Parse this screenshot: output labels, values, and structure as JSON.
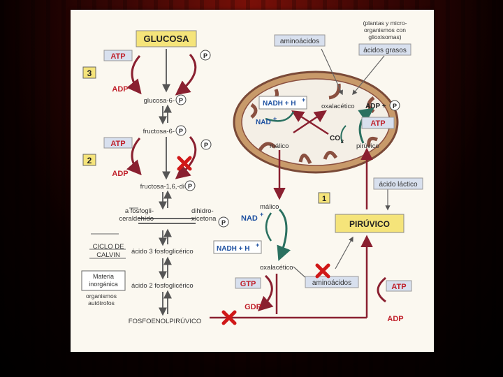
{
  "labels": {
    "glucosa": "GLUCOSA",
    "atp": "ATP",
    "adp": "ADP",
    "p": "P",
    "step3": "3",
    "step2": "2",
    "step1": "1",
    "glucosa6": "glucosa-6-",
    "fructosa6": "fructosa-6-",
    "fructosa16": "fructosa-1,6,-di",
    "gliceraldehido_1": "a fosfogli-",
    "gliceraldehido_2": "ceraldehído",
    "dihidroxi_1": "dihidro-",
    "dihidroxi_2": "xicetona",
    "ciclo_1": "CICLO DE",
    "ciclo_2": "CALVIN",
    "acido3": "ácido 3 fosfoglicérico",
    "materia_1": "Materia",
    "materia_2": "inorgánica",
    "organismos_1": "organismos",
    "organismos_2": "autótrofos",
    "acido2": "ácido 2 fosfoglicérico",
    "fosfoenol": "FOSFOENOLPIRÚVICO",
    "aminoacidos": "aminoácidos",
    "plantas_1": "(plantas y micro-",
    "plantas_2": "organismos con",
    "plantas_3": "glioxisomas)",
    "acidos_grasos": "ácidos grasos",
    "nadh_h": "NADH + H",
    "plus": "+",
    "nad": "NAD",
    "oxalacetico": "oxalacético",
    "adp_p": "ADP +",
    "co2": "CO",
    "two": "2",
    "malico": "málico",
    "piruvico_low": "pirúvico",
    "acido_lactico": "ácido láctico",
    "piruvico": "PIRÚVICO",
    "gtp": "GTP",
    "gdp": "GDP"
  }
}
